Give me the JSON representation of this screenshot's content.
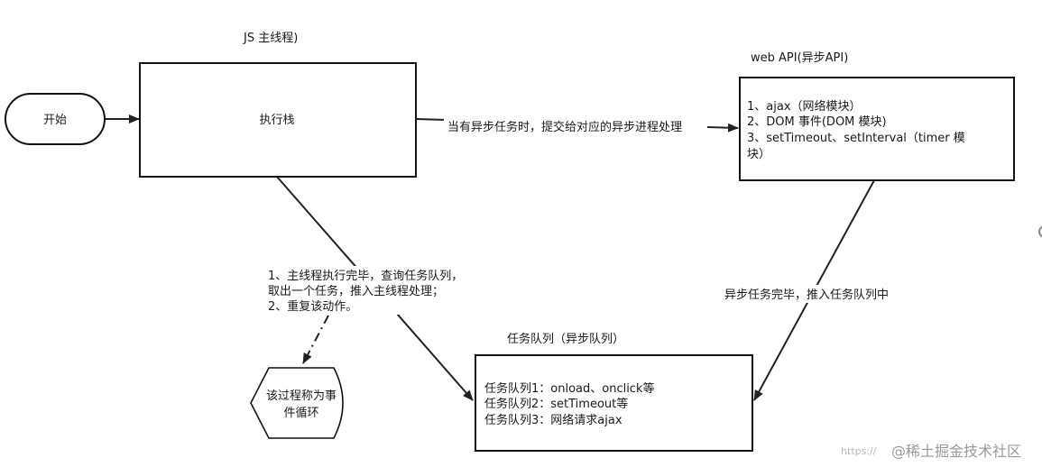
{
  "nodes": {
    "start": {
      "label": "开始"
    },
    "js_main": {
      "title": "JS 主线程)",
      "label": "执行栈"
    },
    "web_api": {
      "title": "web API(异步API)",
      "lines": [
        "1、ajax（网络模块）",
        "2、DOM 事件(DOM 模块)",
        "3、setTimeout、setInterval（timer 模",
        "块）"
      ]
    },
    "task_queue": {
      "title": "任务队列（异步队列）",
      "lines": [
        "任务队列1：onload、onclick等",
        "任务队列2：setTimeout等",
        "任务队列3：网络请求ajax"
      ]
    },
    "event_loop": {
      "lines": [
        "该过程称为事",
        "件循环"
      ]
    }
  },
  "edges": {
    "main_to_web": {
      "label": "当有异步任务时，提交给对应的异步进程处理"
    },
    "web_to_queue": {
      "label": "异步任务完毕，推入任务队列中"
    },
    "queue_note": {
      "lines": [
        "1、主线程执行完毕，查询任务队列，",
        "取出一个任务，推入主线程处理；",
        "2、重复该动作。"
      ]
    }
  },
  "watermark": {
    "url": "https://",
    "site": "@稀土掘金技术社区"
  },
  "colors": {
    "stroke": "#111111",
    "text": "#1a1a1a",
    "watermark": "#9a9a9a"
  }
}
